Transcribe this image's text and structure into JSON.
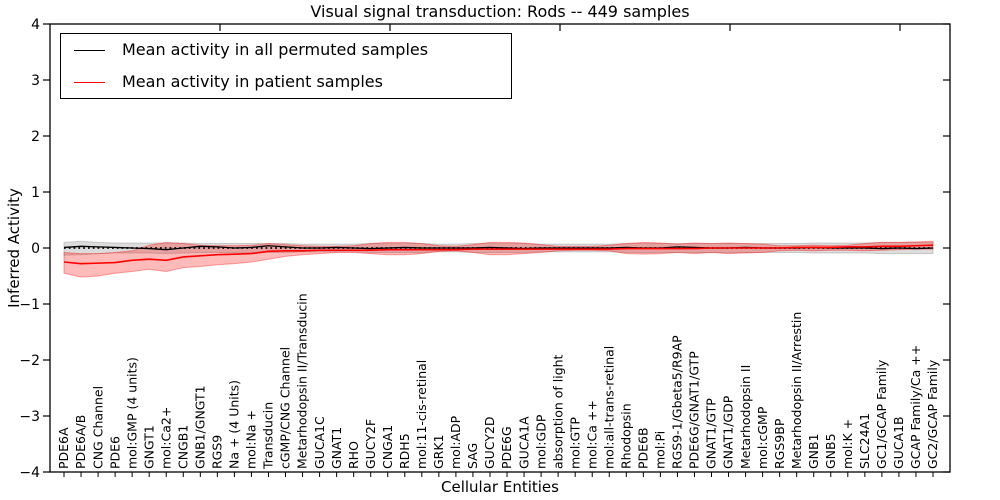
{
  "title": "Visual signal transduction: Rods -- 449 samples",
  "chart_data": {
    "type": "line",
    "title": "Visual signal transduction: Rods -- 449 samples",
    "xlabel": "Cellular Entities",
    "ylabel": "Inferred Activity",
    "ylim": [
      -4,
      4
    ],
    "ytick_values": [
      -4,
      -3,
      -2,
      -1,
      0,
      1,
      2,
      3,
      4
    ],
    "ytick_labels": [
      "−4",
      "−3",
      "−2",
      "−1",
      "0",
      "1",
      "2",
      "3",
      "4"
    ],
    "grid": false,
    "legend_position": "upper left",
    "zero_line": {
      "value": 0,
      "style": "dotted",
      "color": "#000000"
    },
    "categories": [
      "PDE6A",
      "PDE6A/B",
      "CNG Channel",
      "PDE6",
      "mol:GMP (4 units)",
      "GNGT1",
      "mol:Ca2+",
      "CNGB1",
      "GNB1/GNGT1",
      "RGS9",
      "Na + (4 Units)",
      "mol:Na +",
      "Transducin",
      "cGMP/CNG Channel",
      "Metarhodopsin II/Transducin",
      "GUCA1C",
      "GNAT1",
      "RHO",
      "GUCY2F",
      "CNGA1",
      "RDH5",
      "mol:11-cis-retinal",
      "GRK1",
      "mol:ADP",
      "SAG",
      "GUCY2D",
      "PDE6G",
      "GUCA1A",
      "mol:GDP",
      "absorption of light",
      "mol:GTP",
      "mol:Ca ++",
      "mol:all-trans-retinal",
      "Rhodopsin",
      "PDE6B",
      "mol:Pi",
      "RGS9-1/Gbeta5/R9AP",
      "PDE6G/GNAT1/GTP",
      "GNAT1/GTP",
      "GNAT1/GDP",
      "Metarhodopsin II",
      "mol:cGMP",
      "RGS9BP",
      "Metarhodopsin II/Arrestin",
      "GNB1",
      "GNB5",
      "mol:K +",
      "SLC24A1",
      "GC1/GCAP Family",
      "GUCA1B",
      "GCAP Family/Ca ++",
      "GC2/GCAP Family"
    ],
    "series": [
      {
        "name": "Mean activity in all permuted samples",
        "color": "#000000",
        "values": [
          0.01,
          0.03,
          0.02,
          0.01,
          0.0,
          -0.01,
          -0.03,
          0.0,
          0.03,
          0.02,
          0.0,
          0.01,
          0.04,
          0.02,
          0.0,
          0.0,
          0.01,
          0.0,
          -0.01,
          0.0,
          0.01,
          0.0,
          0.0,
          0.0,
          0.0,
          0.01,
          0.0,
          -0.01,
          0.0,
          0.0,
          0.0,
          0.0,
          0.0,
          0.01,
          0.0,
          0.0,
          0.02,
          0.01,
          0.0,
          0.0,
          0.01,
          0.0,
          0.0,
          0.0,
          0.01,
          0.0,
          0.0,
          0.0,
          -0.01,
          0.0,
          -0.01,
          0.0
        ],
        "band": {
          "color": "#808080",
          "lo": [
            -0.13,
            -0.12,
            -0.1,
            -0.09,
            -0.09,
            -0.09,
            -0.1,
            -0.09,
            -0.08,
            -0.08,
            -0.08,
            -0.08,
            -0.08,
            -0.08,
            -0.07,
            -0.07,
            -0.07,
            -0.07,
            -0.08,
            -0.08,
            -0.08,
            -0.08,
            -0.07,
            -0.07,
            -0.08,
            -0.08,
            -0.08,
            -0.08,
            -0.07,
            -0.07,
            -0.07,
            -0.07,
            -0.07,
            -0.08,
            -0.08,
            -0.08,
            -0.08,
            -0.08,
            -0.08,
            -0.08,
            -0.08,
            -0.08,
            -0.08,
            -0.08,
            -0.09,
            -0.09,
            -0.09,
            -0.09,
            -0.1,
            -0.1,
            -0.1,
            -0.1
          ],
          "hi": [
            0.1,
            0.12,
            0.1,
            0.09,
            0.09,
            0.09,
            0.09,
            0.09,
            0.08,
            0.08,
            0.08,
            0.08,
            0.08,
            0.08,
            0.07,
            0.07,
            0.07,
            0.07,
            0.08,
            0.08,
            0.08,
            0.08,
            0.07,
            0.07,
            0.08,
            0.08,
            0.08,
            0.08,
            0.07,
            0.07,
            0.07,
            0.07,
            0.07,
            0.08,
            0.08,
            0.08,
            0.08,
            0.08,
            0.08,
            0.08,
            0.08,
            0.08,
            0.08,
            0.08,
            0.09,
            0.09,
            0.09,
            0.09,
            0.1,
            0.1,
            0.1,
            0.1
          ]
        }
      },
      {
        "name": "Mean activity in patient samples",
        "color": "#ff0000",
        "values": [
          -0.25,
          -0.28,
          -0.27,
          -0.26,
          -0.22,
          -0.2,
          -0.22,
          -0.16,
          -0.14,
          -0.12,
          -0.11,
          -0.1,
          -0.06,
          -0.05,
          -0.05,
          -0.04,
          -0.04,
          -0.04,
          -0.04,
          -0.03,
          -0.03,
          -0.03,
          -0.03,
          -0.03,
          -0.02,
          -0.02,
          -0.02,
          -0.02,
          -0.02,
          -0.02,
          -0.02,
          -0.02,
          -0.02,
          -0.01,
          -0.01,
          -0.01,
          -0.01,
          -0.01,
          0.0,
          0.0,
          0.0,
          0.0,
          0.0,
          0.01,
          0.01,
          0.01,
          0.02,
          0.02,
          0.03,
          0.03,
          0.04,
          0.05
        ],
        "band": {
          "color": "#ff0000",
          "lo": [
            -0.45,
            -0.52,
            -0.5,
            -0.45,
            -0.42,
            -0.38,
            -0.42,
            -0.35,
            -0.33,
            -0.3,
            -0.28,
            -0.25,
            -0.2,
            -0.15,
            -0.12,
            -0.1,
            -0.08,
            -0.08,
            -0.1,
            -0.12,
            -0.12,
            -0.1,
            -0.06,
            -0.05,
            -0.08,
            -0.12,
            -0.12,
            -0.1,
            -0.08,
            -0.05,
            -0.04,
            -0.04,
            -0.05,
            -0.1,
            -0.11,
            -0.1,
            -0.08,
            -0.1,
            -0.08,
            -0.1,
            -0.09,
            -0.08,
            -0.05,
            -0.04,
            -0.05,
            -0.04,
            -0.04,
            -0.05,
            -0.04,
            -0.03,
            -0.02,
            -0.02
          ],
          "hi": [
            -0.08,
            -0.1,
            -0.1,
            -0.08,
            -0.05,
            0.05,
            0.1,
            0.08,
            0.05,
            0.04,
            0.04,
            0.05,
            0.08,
            0.06,
            0.04,
            0.03,
            0.03,
            0.04,
            0.08,
            0.1,
            0.1,
            0.08,
            0.04,
            0.03,
            0.06,
            0.1,
            0.1,
            0.09,
            0.06,
            0.03,
            0.03,
            0.03,
            0.05,
            0.08,
            0.1,
            0.09,
            0.07,
            0.09,
            0.08,
            0.09,
            0.08,
            0.07,
            0.04,
            0.04,
            0.05,
            0.04,
            0.05,
            0.08,
            0.1,
            0.1,
            0.11,
            0.12
          ]
        }
      }
    ],
    "top_axis_tick_x": [
      220,
      390,
      560,
      730,
      900
    ]
  },
  "legend": {
    "items": [
      {
        "label": "Mean activity in all permuted samples",
        "color": "#000000"
      },
      {
        "label": "Mean activity in patient samples",
        "color": "#ff0000"
      }
    ]
  }
}
